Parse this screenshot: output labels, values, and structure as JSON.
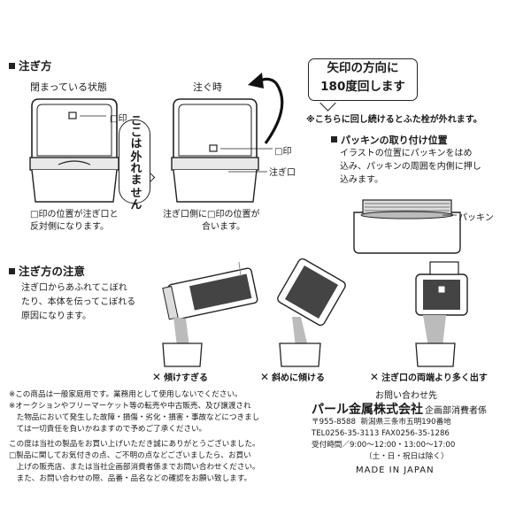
{
  "section1": {
    "title": "注ぎ方",
    "closed_label": "閉まっている状態",
    "pouring_label": "注ぐ時",
    "mark_label_closed": "□印",
    "mark_label_open": "□印",
    "spout_label": "注ぎ口",
    "bubble_lines": [
      "ここは",
      "外れま",
      "せん"
    ],
    "closed_caption": [
      "□印の位置が注ぎ口と",
      "反対側になります。"
    ],
    "open_caption": [
      "注ぎ口側に□印の位置が",
      "合います。"
    ],
    "callout_lines": [
      "矢印の方向に",
      "180度回します"
    ],
    "callout_note": "※こちらに回し続けるとふた栓が外れます。"
  },
  "packing": {
    "title": "パッキンの取り付け位置",
    "lines": [
      "イラストの位置にパッキンをはめ",
      "込み、パッキンの周囲を内側に押し",
      "込みます。"
    ],
    "label": "パッキン"
  },
  "section2": {
    "title": "注ぎ方の注意",
    "lines": [
      "注ぎ口からあふれてこぼれ",
      "たり、本体を伝ってこぼれる",
      "原因になります。"
    ],
    "cases": [
      {
        "mark": "✕",
        "label": "傾けすぎる"
      },
      {
        "mark": "✕",
        "label": "斜めに傾ける"
      },
      {
        "mark": "✕",
        "label": "注ぎ口の両端より多く出す"
      }
    ]
  },
  "notes": {
    "warnings": [
      "※この商品は一般家庭用です。業務用として使用しないでください。",
      "※オークションやフリーマーケット等の転売や中古販売、及び譲渡され",
      "　た物品において発生した故障・損傷・劣化・損害・事故などにつきまし",
      "　ては一切責任を負いかねますので予めご了承ください。"
    ],
    "thanks": [
      "この度は当社の製品をお買い上げいただき誠にありがとうございました。",
      "□製品に関してお気付きの点、ご不明の点などございましたら、お買い",
      "　上げの販売店、または当社企画部消費者係までお問い合わせください。",
      "　また、お問い合わせの際、品番・品名などの確認をお願い致します。"
    ]
  },
  "contact": {
    "heading": "お問い合わせ先",
    "company": "パール金属株式会社",
    "dept": "企画部消費者係",
    "postal": "〒955-8588",
    "address": "新潟県三条市五明190番地",
    "phone": "TEL0256-35-3113 FAX0256-35-1286",
    "hours": "受付時間／9:00～12:00・13:00～17:00",
    "closed": "（土・日・祝日は除く）",
    "made_in": "MADE IN JAPAN"
  }
}
